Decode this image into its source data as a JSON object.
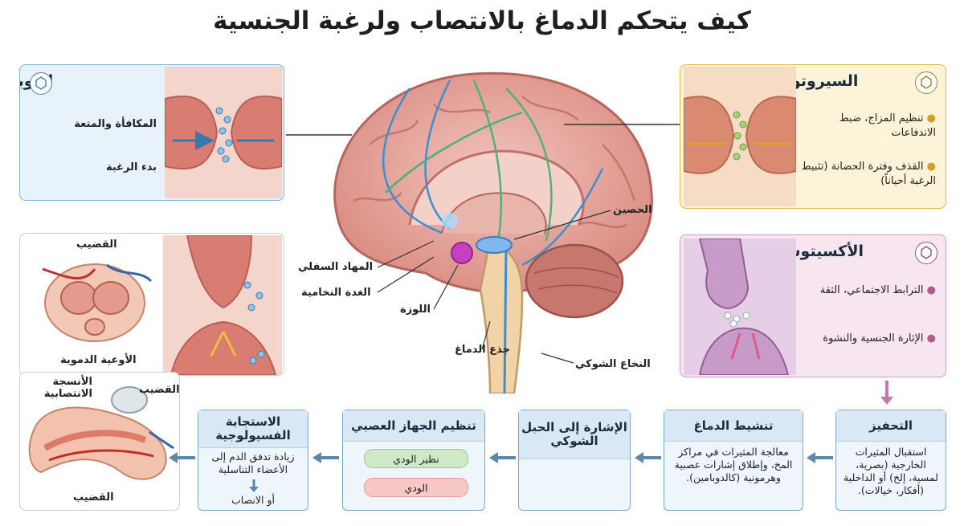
{
  "title": "كيف يتحكم الدماغ بالانتصاب ولرغبة الجنسية",
  "dopamine": {
    "heading": "الدوبامين",
    "items": [
      "المكافأة والمتعة",
      "بدء الرغبة"
    ],
    "color": "#4aa0d8"
  },
  "serotonin": {
    "heading": "السيروتونين",
    "items": [
      "تنظيم المزاج، ضبط الاندفاعات",
      "القذف وفترة الحضانة (تثبيط الرغبة أحياناً)"
    ],
    "color": "#e6a62a"
  },
  "oxytocin": {
    "heading": "الأكسيتوسين",
    "items": [
      "الترابط الاجتماعي، الثقة",
      "الإثارة الجنسية والنشوة"
    ],
    "color": "#c37aa8"
  },
  "brain_labels": {
    "hippocampus": "الحصين",
    "hypothalamus": "المهاد السفلي",
    "pituitary": "الغدة النخامية",
    "amygdala": "اللوزة",
    "brainstem": "جذع الدماغ",
    "spinal_cord": "النخاع الشوكي"
  },
  "anatomy": {
    "penis_top": "القضيب",
    "blood_vessels": "الأوعية الدموية",
    "erectile_tissue": "الأنسجة الانتصابية",
    "penis_side": "القضيب",
    "penis_bottom": "القضيب"
  },
  "flow": [
    {
      "title": "التحفيز",
      "body": "استقبال المثيرات الخارجية (بصرية، لمسية، إلخ) أو الداخلية (أفكار، خيالات)."
    },
    {
      "title": "تنشيط الدماغ",
      "body": "معالجة المثيرات في مراكز المخ، وإطلاق إشارات عصبية وهرمونية (كالدوبامين)."
    },
    {
      "title": "الإشارة إلى الحبل الشوكي",
      "body": ""
    },
    {
      "title": "تنظيم الجهاز العصبي",
      "body": ""
    },
    {
      "title": "الاستجابة الفسيولوجية",
      "body": "زيادة تدفق الدم إلى الأعضاء التناسلية"
    }
  ],
  "nervous": {
    "parasympathetic": "نظير الودي",
    "sympathetic": "الودي"
  },
  "response_result": "أو الانصاب"
}
